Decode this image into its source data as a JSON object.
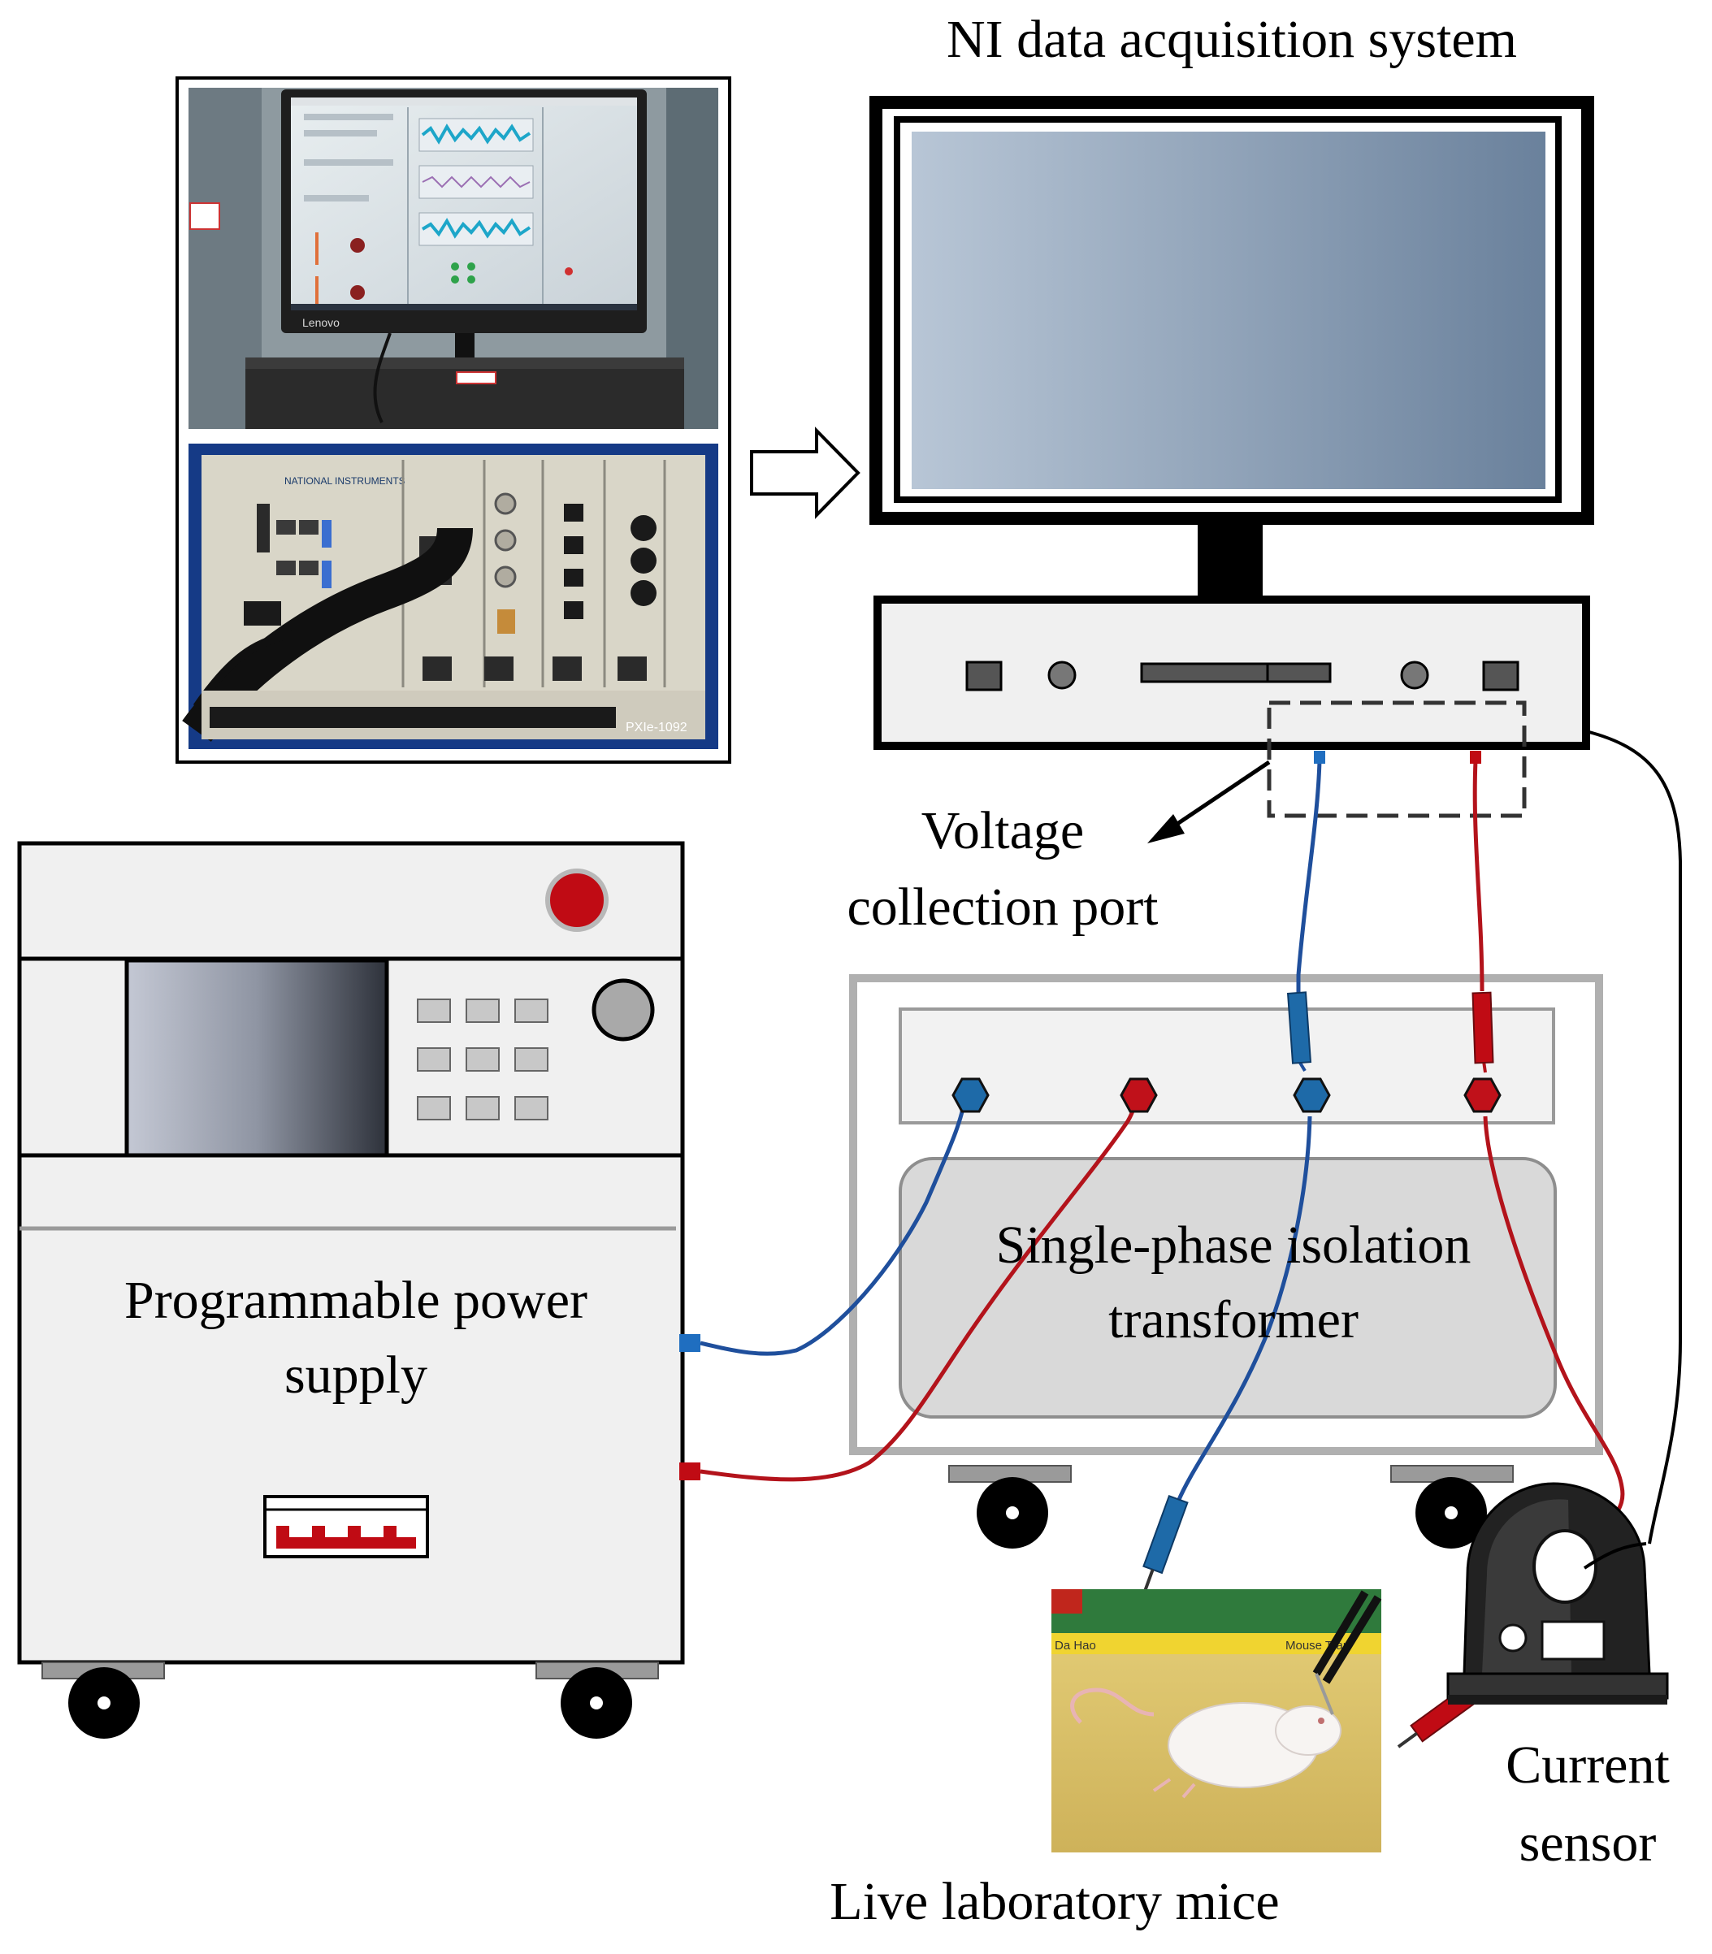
{
  "labels": {
    "ni_system": "NI data acquisition system",
    "voltage_port_line1": "Voltage",
    "voltage_port_line2": "collection port",
    "power_supply_line1": "Programmable power",
    "power_supply_line2": "supply",
    "transformer_line1": "Single-phase isolation",
    "transformer_line2": "transformer",
    "current_sensor_line1": "Current",
    "current_sensor_line2": "sensor",
    "mice": "Live laboratory mice"
  },
  "photo_texts": {
    "monitor_brand": "Lenovo",
    "chassis_brand": "NATIONAL INSTRUMENTS",
    "chassis_model": "PXIe-1092",
    "mat_left": "Da Hao",
    "mat_right": "Mouse Trap"
  },
  "colors": {
    "blue_wire": "#1f4f9c",
    "red_wire": "#b3131b",
    "blue_terminal": "#1e6aa8",
    "red_terminal": "#c0111a",
    "panel_fill": "#f0f0f0",
    "outline": "#000000"
  }
}
